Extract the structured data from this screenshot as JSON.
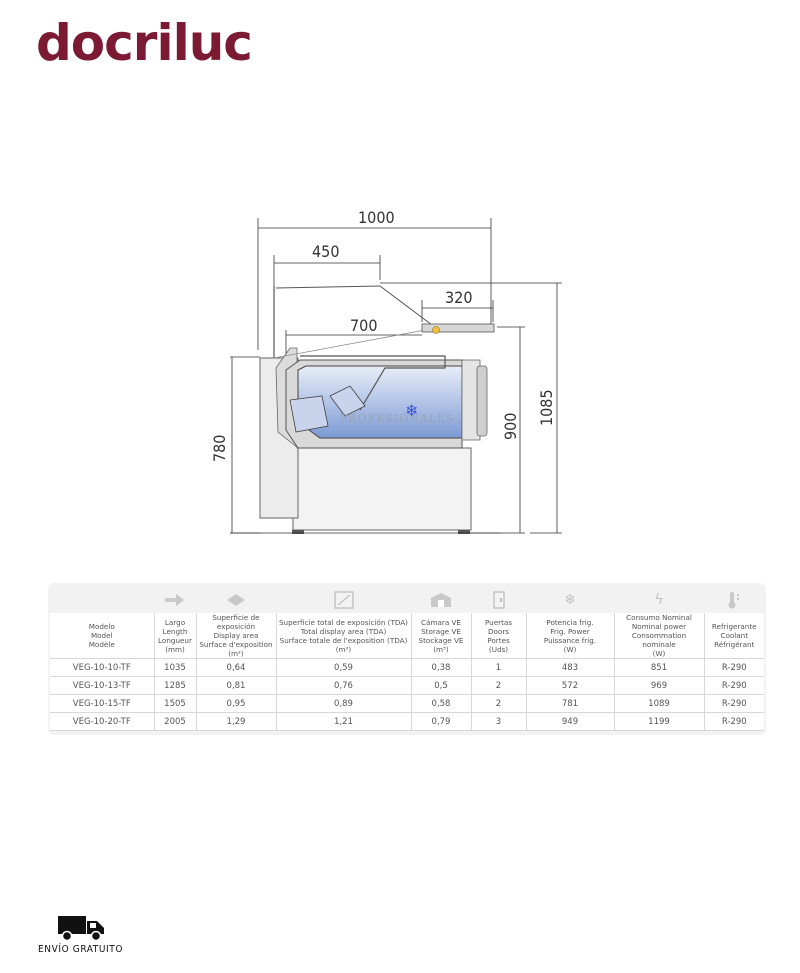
{
  "brand": {
    "logo_text": "docriluc",
    "color": "#7d1a33"
  },
  "drawing": {
    "dimensions": {
      "overall_depth": "1000",
      "top_shelf": "450",
      "rear_shelf": "320",
      "display_depth": "700",
      "counter_height": "780",
      "work_height": "900",
      "total_height": "1085"
    },
    "watermark": "PROFESIONALES"
  },
  "table": {
    "columns": [
      {
        "icon": "arrow-right-icon",
        "header": "Modelo\nModel\nModèle"
      },
      {
        "icon": "arrow-right-icon",
        "header": "Largo\nLength\nLongueur\n(mm)"
      },
      {
        "icon": "display-area-icon",
        "header": "Superficie de exposición\nDisplay area\nSurface d'exposition\n(m²)"
      },
      {
        "icon": "glass-area-icon",
        "header": "Superficie total de exposición (TDA)\nTotal display area (TDA)\nSurface totale de l'exposition (TDA)\n(m²)"
      },
      {
        "icon": "storage-box-icon",
        "header": "Cámara VE\nStorage VE\nStockage VE\n(m³)"
      },
      {
        "icon": "door-icon",
        "header": "Puertas\nDoors\nPortes\n(Uds)"
      },
      {
        "icon": "snowflake-icon",
        "header": "Potencia frig.\nFrig. Power\nPuissance frig.\n(W)"
      },
      {
        "icon": "lightning-icon",
        "header": "Consumo Nominal\nNominal power\nConsommation nominale\n(W)"
      },
      {
        "icon": "thermometer-icon",
        "header": "Refrigerante\nCoolant\nRéfrigérant"
      }
    ],
    "rows": [
      [
        "VEG-10-10-TF",
        "1035",
        "0,64",
        "0,59",
        "0,38",
        "1",
        "483",
        "851",
        "R-290"
      ],
      [
        "VEG-10-13-TF",
        "1285",
        "0,81",
        "0,76",
        "0,5",
        "2",
        "572",
        "969",
        "R-290"
      ],
      [
        "VEG-10-15-TF",
        "1505",
        "0,95",
        "0,89",
        "0,58",
        "2",
        "781",
        "1089",
        "R-290"
      ],
      [
        "VEG-10-20-TF",
        "2005",
        "1,29",
        "1,21",
        "0,79",
        "3",
        "949",
        "1199",
        "R-290"
      ]
    ]
  },
  "shipping": {
    "icon": "truck-icon",
    "label": "ENVÍO GRATUITO"
  }
}
